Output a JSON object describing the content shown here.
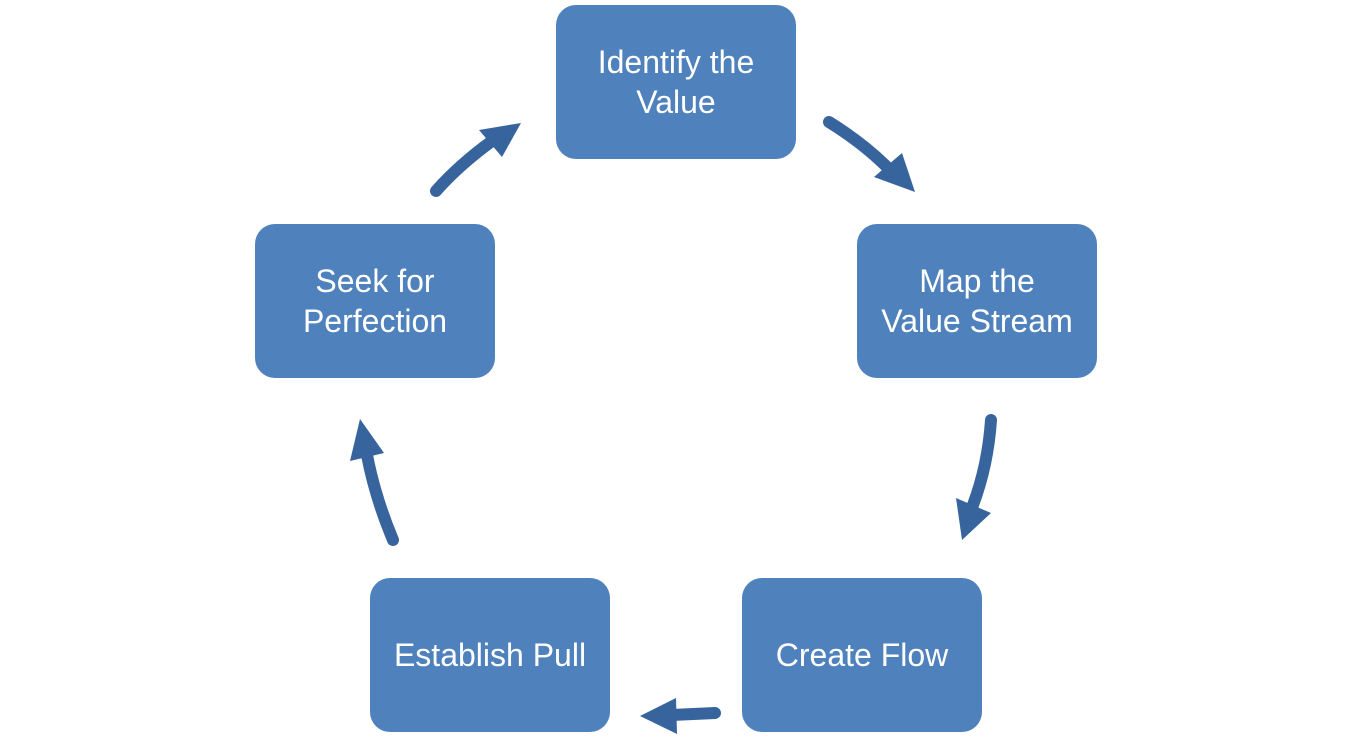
{
  "diagram": {
    "type": "cycle",
    "steps": [
      {
        "id": "identify",
        "label": "Identify the\nValue"
      },
      {
        "id": "map",
        "label": "Map the\nValue Stream"
      },
      {
        "id": "flow",
        "label": "Create Flow"
      },
      {
        "id": "pull",
        "label": "Establish Pull"
      },
      {
        "id": "seek",
        "label": "Seek for\nPerfection"
      }
    ],
    "connections": [
      {
        "from": "identify",
        "to": "map"
      },
      {
        "from": "map",
        "to": "flow"
      },
      {
        "from": "flow",
        "to": "pull"
      },
      {
        "from": "pull",
        "to": "seek"
      },
      {
        "from": "seek",
        "to": "identify"
      }
    ],
    "colors": {
      "box_fill": "#4f81bd",
      "arrow": "#38649e",
      "text": "#ffffff"
    }
  }
}
